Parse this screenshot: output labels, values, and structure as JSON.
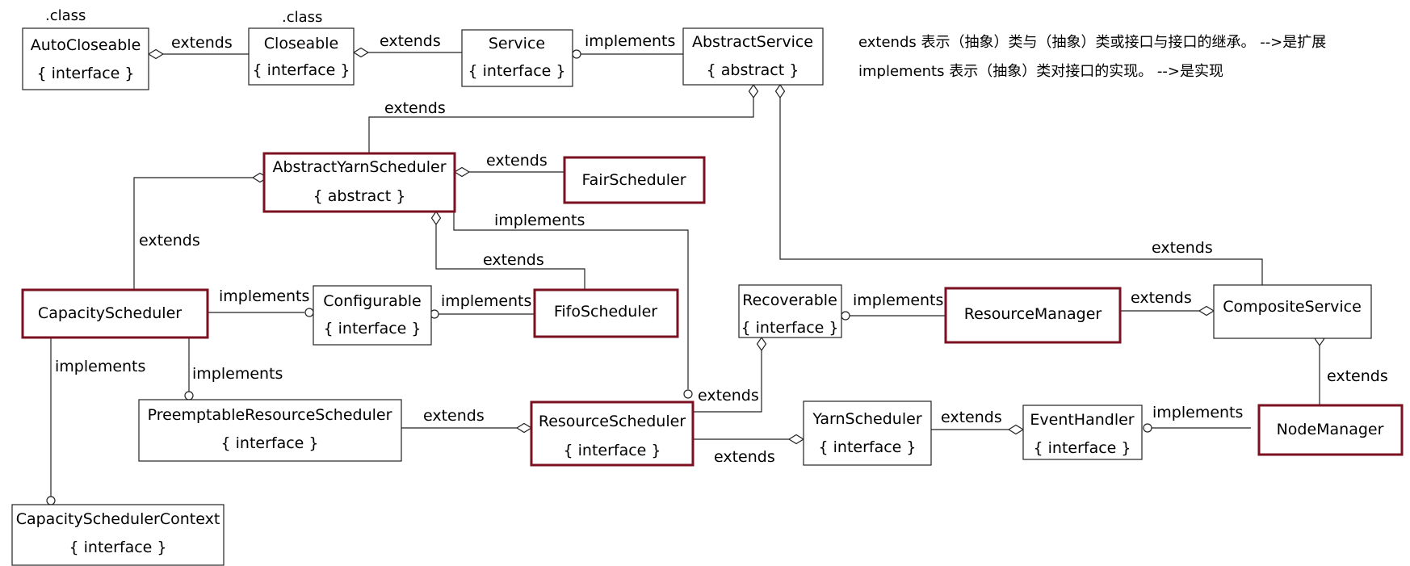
{
  "legend": {
    "line1": "extends 表示（抽象）类与（抽象）类或接口与接口的继承。 -->是扩展",
    "line2": "implements 表示（抽象）类对接口的实现。 -->是实现"
  },
  "stereotypes": {
    "autocloseable": ".class",
    "closeable": ".class"
  },
  "nodes": {
    "autocloseable": {
      "name": "AutoCloseable",
      "kind": "{ interface }"
    },
    "closeable": {
      "name": "Closeable",
      "kind": "{ interface }"
    },
    "service": {
      "name": "Service",
      "kind": "{ interface }"
    },
    "abstractservice": {
      "name": "AbstractService",
      "kind": "{ abstract }"
    },
    "ays": {
      "name": "AbstractYarnScheduler",
      "kind": "{ abstract }"
    },
    "fair": {
      "name": "FairScheduler",
      "kind": ""
    },
    "capacity": {
      "name": "CapacityScheduler",
      "kind": ""
    },
    "configurable": {
      "name": "Configurable",
      "kind": "{ interface }"
    },
    "fifo": {
      "name": "FifoScheduler",
      "kind": ""
    },
    "recoverable": {
      "name": "Recoverable",
      "kind": "{ interface }"
    },
    "rm": {
      "name": "ResourceManager",
      "kind": ""
    },
    "composite": {
      "name": "CompositeService",
      "kind": ""
    },
    "prs": {
      "name": "PreemptableResourceScheduler",
      "kind": "{ interface }"
    },
    "rs": {
      "name": "ResourceScheduler",
      "kind": "{ interface }"
    },
    "yarn": {
      "name": "YarnScheduler",
      "kind": "{ interface }"
    },
    "event": {
      "name": "EventHandler",
      "kind": "{ interface }"
    },
    "nm": {
      "name": "NodeManager",
      "kind": ""
    },
    "csctx": {
      "name": "CapacitySchedulerContext",
      "kind": "{ interface }"
    }
  },
  "edges": [
    {
      "id": "e1",
      "label": "extends"
    },
    {
      "id": "e2",
      "label": "extends"
    },
    {
      "id": "e3",
      "label": "implements"
    },
    {
      "id": "e4",
      "label": "extends"
    },
    {
      "id": "e5",
      "label": "extends"
    },
    {
      "id": "e6",
      "label": "extends"
    },
    {
      "id": "e7",
      "label": "implements"
    },
    {
      "id": "e8",
      "label": "extends"
    },
    {
      "id": "e9",
      "label": "implements"
    },
    {
      "id": "e10",
      "label": "implements"
    },
    {
      "id": "e11",
      "label": "implements"
    },
    {
      "id": "e12",
      "label": "implements"
    },
    {
      "id": "e13",
      "label": "extends"
    },
    {
      "id": "e14",
      "label": "implements"
    },
    {
      "id": "e15",
      "label": "extends"
    },
    {
      "id": "e16",
      "label": "extends"
    },
    {
      "id": "e17",
      "label": "extends"
    },
    {
      "id": "e18",
      "label": "extends"
    },
    {
      "id": "e19",
      "label": "extends"
    },
    {
      "id": "e20",
      "label": "extends"
    },
    {
      "id": "e21",
      "label": "implements"
    }
  ]
}
